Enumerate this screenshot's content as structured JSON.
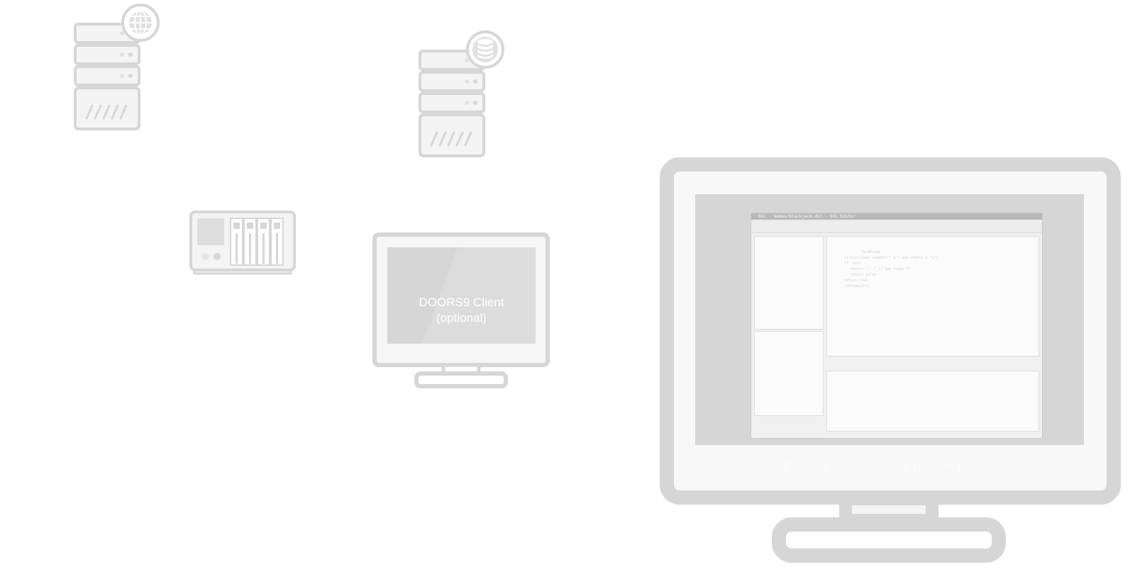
{
  "nodes": {
    "web_server": {
      "icon": "globe-icon"
    },
    "db_server": {
      "icon": "database-icon"
    },
    "storage": {
      "icon": "storage-array-icon"
    }
  },
  "doors_client": {
    "line1": "DOORS9 Client",
    "line2": "(optional)"
  },
  "eclipse_client": {
    "label": "Eclipse with Sodius DXL™ Plugin",
    "window_title": "DXL - Games/blackjack.dxl - DXL Editor",
    "code_lines": [
      "        findPrime",
      "if(int)(last length*(\" a \" and width) a \"a\")",
      "if  null",
      "   return \"...\" // bad frame **",
      "   return false",
      "",
      "return true",
      "",
      "isPrime(int)"
    ]
  },
  "colors": {
    "outline": "#d6d6d6",
    "panel": "#f4f4f4",
    "screen": "#d6d6d6",
    "label_text": "#ffffff"
  }
}
